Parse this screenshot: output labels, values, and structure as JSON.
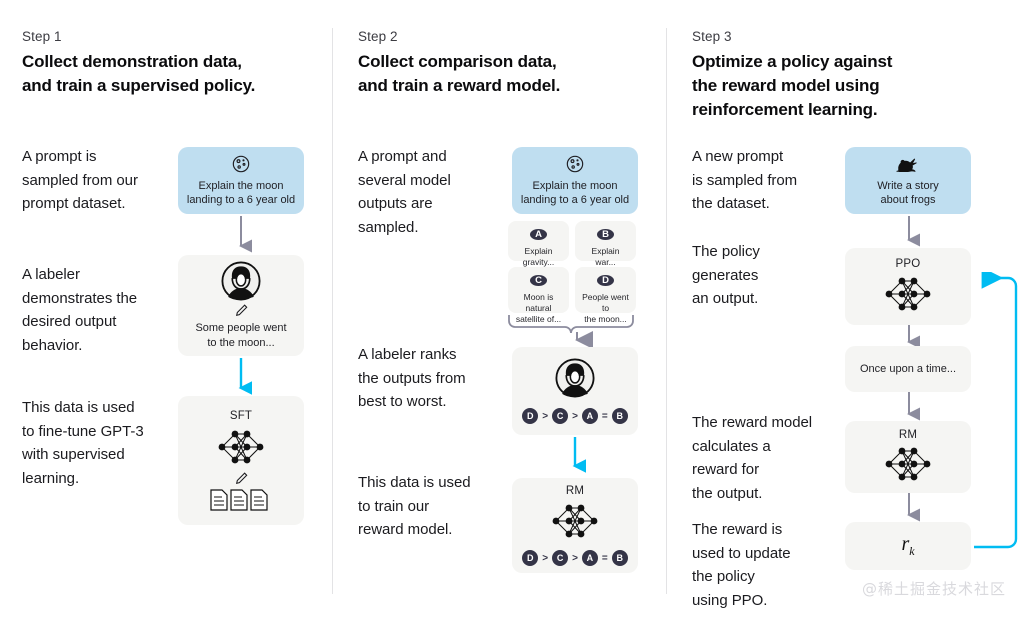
{
  "columns": [
    {
      "step_label": "Step 1",
      "title_lines": [
        "Collect demonstration data,",
        "and train a supervised policy."
      ],
      "paragraphs": [
        "A prompt is\nsampled from our\nprompt dataset.",
        "A labeler\ndemonstrates the\ndesired output\nbehavior.",
        "This data is used\nto fine-tune GPT-3\nwith supervised\nlearning."
      ],
      "prompt_card": {
        "icon": "moon-icon",
        "text": "Explain the moon\nlanding to a 6 year old",
        "color": "#bfdef0"
      },
      "labeler_card": {
        "icon": "person-icon",
        "sub_icon": "pencil-icon",
        "text": "Some people went\nto the moon..."
      },
      "model_card": {
        "title": "SFT",
        "icon": "neural-network-icon",
        "sub_icon": "pencil-icon",
        "docs_icon": "documents-icon"
      }
    },
    {
      "step_label": "Step 2",
      "title_lines": [
        "Collect comparison data,",
        "and train a reward model."
      ],
      "paragraphs": [
        "A prompt and\nseveral model\noutputs are\nsampled.",
        "A labeler ranks\nthe outputs from\nbest to worst.",
        "This data is used\nto train our\nreward model."
      ],
      "prompt_card": {
        "icon": "moon-icon",
        "text": "Explain the moon\nlanding to a 6 year old",
        "color": "#bfdef0"
      },
      "outputs": [
        {
          "badge": "A",
          "text": "Explain gravity..."
        },
        {
          "badge": "B",
          "text": "Explain war..."
        },
        {
          "badge": "C",
          "text": "Moon is natural\nsatellite of..."
        },
        {
          "badge": "D",
          "text": "People went to\nthe moon..."
        }
      ],
      "ranking_card": {
        "icon": "person-icon",
        "ranking": [
          "D",
          ">",
          "C",
          ">",
          "A",
          "=",
          "B"
        ]
      },
      "reward_card": {
        "title": "RM",
        "icon": "neural-network-icon",
        "ranking": [
          "D",
          ">",
          "C",
          ">",
          "A",
          "=",
          "B"
        ]
      }
    },
    {
      "step_label": "Step 3",
      "title_lines": [
        "Optimize a policy against",
        "the reward model using",
        "reinforcement learning."
      ],
      "paragraphs": [
        "A new prompt\nis sampled from\nthe dataset.",
        "The policy\ngenerates\nan output.",
        "The reward model\ncalculates a\nreward for\nthe output.",
        "The reward is\nused to update\nthe policy\nusing PPO."
      ],
      "prompt_card": {
        "icon": "frog-icon",
        "text": "Write a story\nabout frogs",
        "color": "#bfdef0"
      },
      "policy_card": {
        "title": "PPO",
        "icon": "neural-network-icon"
      },
      "output_card": {
        "text": "Once upon a time..."
      },
      "reward_card": {
        "title": "RM",
        "icon": "neural-network-icon"
      },
      "scalar_card": {
        "symbol": "r",
        "subscript": "k"
      }
    }
  ],
  "colors": {
    "prompt_blue": "#bfdef0",
    "card_gray": "#f5f5f3",
    "arrow_gray": "#8c8c9e",
    "arrow_cyan": "#00bcf2",
    "badge_dark": "#343447",
    "divider": "#e3e3e5"
  },
  "watermark": "@稀土掘金技术社区"
}
